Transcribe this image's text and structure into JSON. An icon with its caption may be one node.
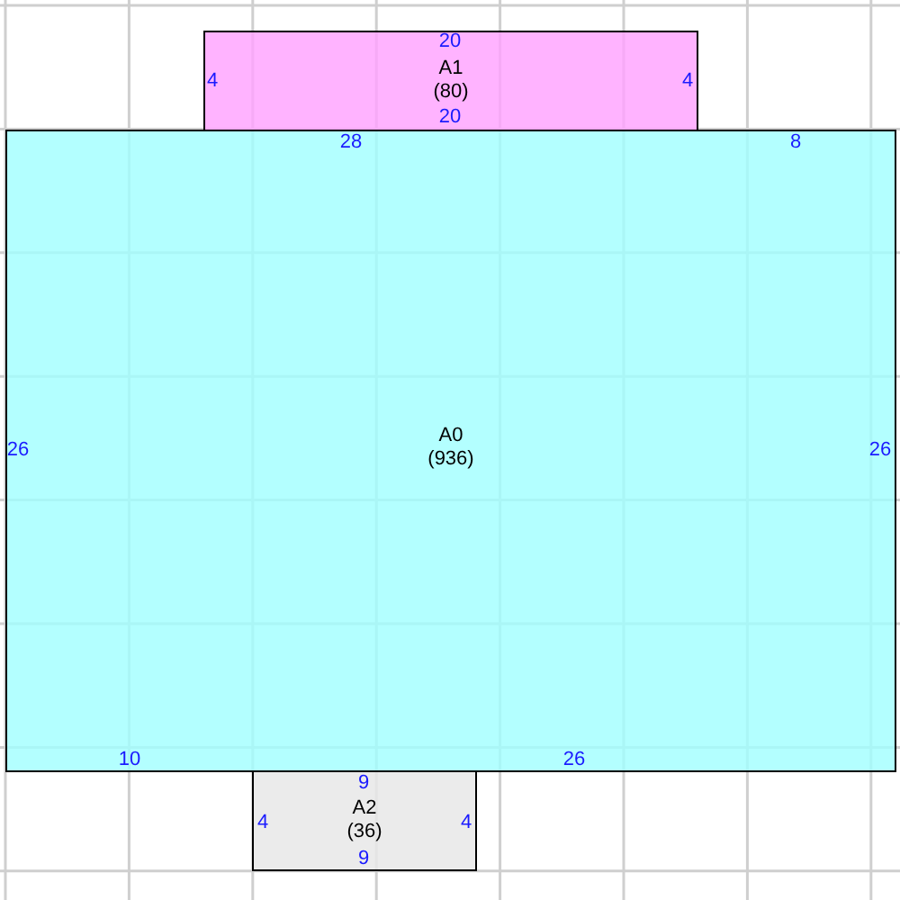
{
  "diagram": {
    "nodes": [
      {
        "text": [
          "A1",
          "(80)"
        ]
      },
      {
        "text": [
          "A0",
          "(936)"
        ]
      },
      {
        "text": [
          "A2",
          "(36)"
        ]
      }
    ],
    "labels": [
      "20",
      "4",
      "4",
      "20",
      "28",
      "8",
      "26",
      "26",
      "10",
      "26",
      "9",
      "4",
      "4",
      "9"
    ]
  }
}
